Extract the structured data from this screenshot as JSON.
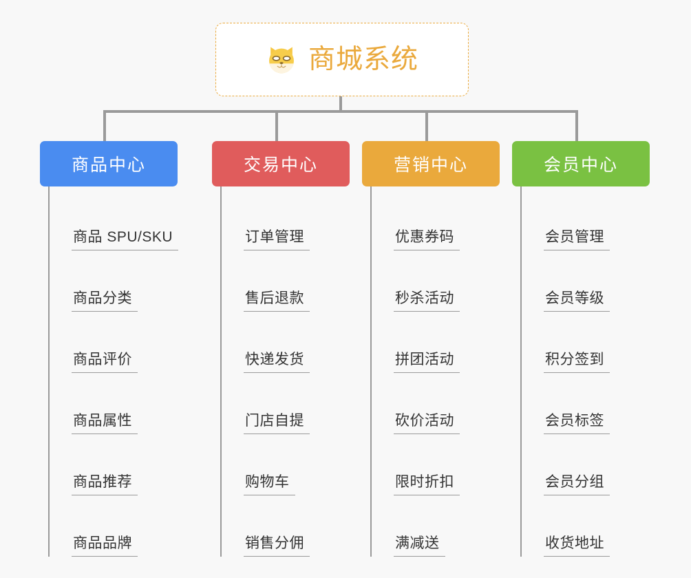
{
  "diagram": {
    "type": "org-tree",
    "background_color": "#f8f8f8",
    "connector_color": "#9a9a9a",
    "root": {
      "title": "商城系统",
      "icon": "shiba-dog-face-icon",
      "title_color": "#eaa93c",
      "border_color": "#eaa93c",
      "background_color": "#ffffff"
    },
    "columns": [
      {
        "label": "商品中心",
        "color": "#4a8cf0",
        "items": [
          "商品 SPU/SKU",
          "商品分类",
          "商品评价",
          "商品属性",
          "商品推荐",
          "商品品牌"
        ]
      },
      {
        "label": "交易中心",
        "color": "#e05c5c",
        "items": [
          "订单管理",
          "售后退款",
          "快递发货",
          "门店自提",
          "购物车",
          "销售分佣"
        ]
      },
      {
        "label": "营销中心",
        "color": "#eaa93c",
        "items": [
          "优惠券码",
          "秒杀活动",
          "拼团活动",
          "砍价活动",
          "限时折扣",
          "满减送"
        ]
      },
      {
        "label": "会员中心",
        "color": "#7ac142",
        "items": [
          "会员管理",
          "会员等级",
          "积分签到",
          "会员标签",
          "会员分组",
          "收货地址"
        ]
      }
    ]
  }
}
